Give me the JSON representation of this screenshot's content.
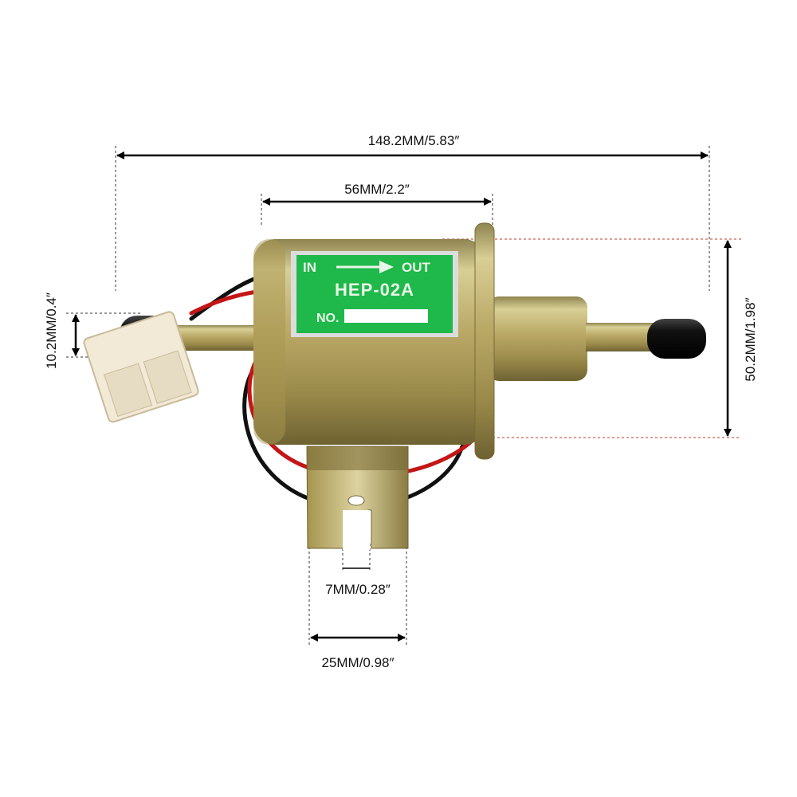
{
  "dimensions": {
    "overall_length": "148.2MM/5.83″",
    "body_length": "56MM/2.2″",
    "body_diameter": "50.2MM/1.98″",
    "connector_height": "10.2MM/0.4″",
    "slot_width": "7MM/0.28″",
    "bracket_width": "25MM/0.98″"
  },
  "label": {
    "in": "IN",
    "out": "OUT",
    "model": "HEP-02A",
    "number": "NO."
  },
  "colors": {
    "label_green": "#1fb84a",
    "dim_line": "#000000",
    "guide_red": "#c0392b"
  }
}
